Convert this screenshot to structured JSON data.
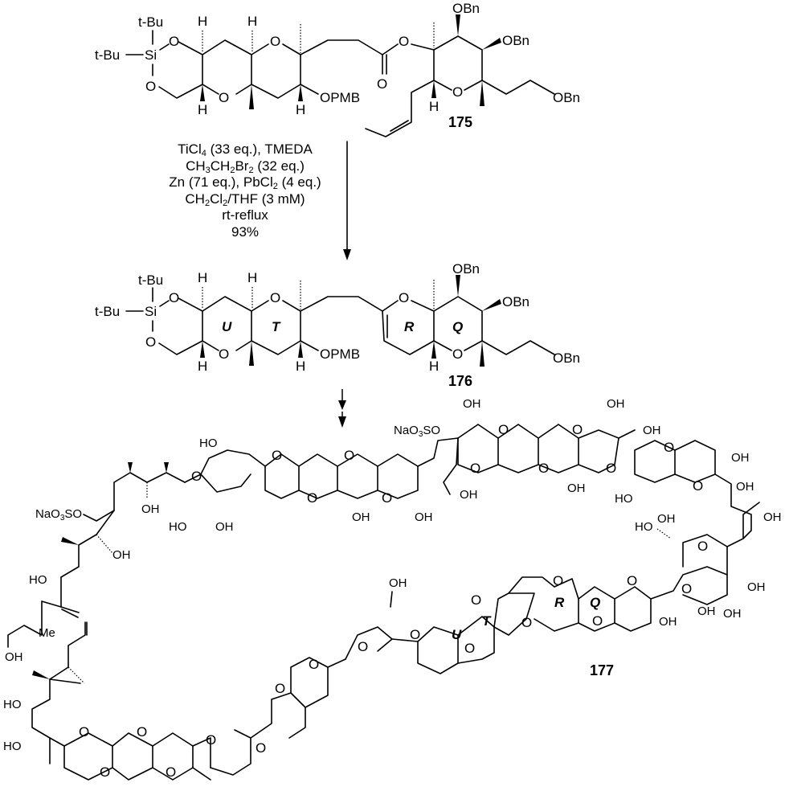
{
  "figure": {
    "type": "reaction-scheme",
    "compounds": [
      {
        "id": "175",
        "label": "175",
        "substituents": [
          "t-Bu",
          "t-Bu",
          "Si",
          "OPMB",
          "OBn",
          "OBn",
          "OBn"
        ]
      },
      {
        "id": "176",
        "label": "176",
        "ring_labels": [
          "U",
          "T",
          "R",
          "Q"
        ],
        "substituents": [
          "t-Bu",
          "t-Bu",
          "Si",
          "OPMB",
          "OBn",
          "OBn",
          "OBn"
        ]
      },
      {
        "id": "177",
        "label": "177",
        "ring_labels": [
          "U",
          "T",
          "R",
          "Q"
        ],
        "substituents": [
          "NaO3SO",
          "NaO3SO",
          "OH",
          "HO",
          "Me"
        ]
      }
    ],
    "step1": {
      "arrow": "solid",
      "conditions": [
        {
          "pre": "TiCl",
          "sub": "4",
          "post": " (33 eq.), TMEDA"
        },
        {
          "text": "CH3CH2Br2 (32 eq.)"
        },
        {
          "text": "Zn (71 eq.), PbCl2 (4 eq.)"
        },
        {
          "text": "CH2Cl2/THF (3 mM)"
        },
        {
          "text": "rt-reflux"
        },
        {
          "text": "93%"
        }
      ]
    },
    "step2": {
      "arrow": "dashed"
    }
  },
  "labels": {
    "tbu": "t-Bu",
    "si": "Si",
    "opmb": "OPMB",
    "obn": "OBn",
    "h": "H",
    "o": "O",
    "oh": "OH",
    "ho": "HO",
    "me": "Me",
    "nao3so": "NaO3SO",
    "ring_u": "U",
    "ring_t": "T",
    "ring_r": "R",
    "ring_q": "Q",
    "c175": "175",
    "c176": "176",
    "c177": "177",
    "yield": "93%",
    "temp": "rt-reflux"
  }
}
